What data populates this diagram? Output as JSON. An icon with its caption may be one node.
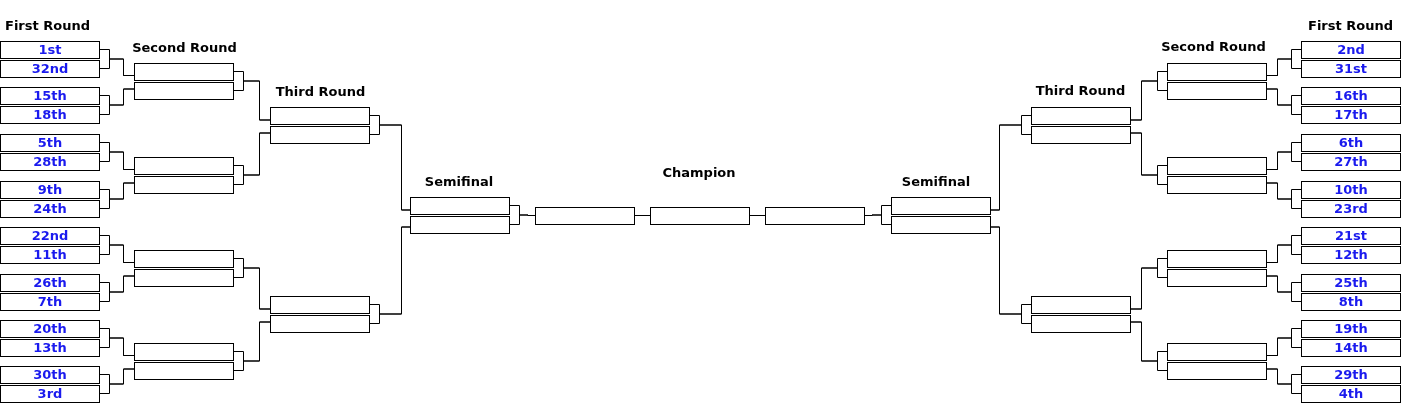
{
  "diagram": {
    "nodes": [
      {
        "text": [
          "1st"
        ]
      },
      {
        "text": [
          "32nd"
        ]
      },
      {
        "text": [
          "15th"
        ]
      },
      {
        "text": [
          "18th"
        ]
      },
      {
        "text": [
          "5th"
        ]
      },
      {
        "text": [
          "28th"
        ]
      },
      {
        "text": [
          "9th"
        ]
      },
      {
        "text": [
          "24th"
        ]
      },
      {
        "text": [
          "22nd"
        ]
      },
      {
        "text": [
          "11th"
        ]
      },
      {
        "text": [
          "26th"
        ]
      },
      {
        "text": [
          "7th"
        ]
      },
      {
        "text": [
          "20th"
        ]
      },
      {
        "text": [
          "13th"
        ]
      },
      {
        "text": [
          "30th"
        ]
      },
      {
        "text": [
          "3rd"
        ]
      },
      {
        "text": [],
        "shape": "box"
      },
      {
        "text": [],
        "shape": "box"
      },
      {
        "text": [],
        "shape": "box"
      },
      {
        "text": [],
        "shape": "box"
      },
      {
        "text": [],
        "shape": "box"
      },
      {
        "text": [],
        "shape": "box"
      },
      {
        "text": [],
        "shape": "box"
      },
      {
        "text": [],
        "shape": "box"
      },
      {
        "text": [],
        "shape": "box"
      },
      {
        "text": [],
        "shape": "box"
      },
      {
        "text": [],
        "shape": "box"
      },
      {
        "text": [],
        "shape": "box"
      },
      {
        "text": [],
        "shape": "box"
      },
      {
        "text": [],
        "shape": "box"
      },
      {
        "text": [],
        "shape": "box"
      },
      {
        "text": [],
        "shape": "box"
      },
      {
        "text": [],
        "shape": "box"
      },
      {
        "text": [],
        "shape": "box"
      },
      {
        "text": [],
        "shape": "box"
      },
      {
        "text": [],
        "shape": "box"
      },
      {
        "text": [],
        "shape": "box"
      },
      {
        "text": [],
        "shape": "box"
      },
      {
        "text": [],
        "shape": "box"
      },
      {
        "text": [],
        "shape": "box"
      },
      {
        "text": [],
        "shape": "box"
      },
      {
        "text": [],
        "shape": "box"
      },
      {
        "text": [],
        "shape": "box"
      },
      {
        "text": [],
        "shape": "box"
      },
      {
        "text": [],
        "shape": "box"
      },
      {
        "text": [],
        "shape": "box"
      },
      {
        "text": [],
        "shape": "box"
      },
      {
        "text": [
          "2nd"
        ]
      },
      {
        "text": [
          "31st"
        ]
      },
      {
        "text": [
          "16th"
        ]
      },
      {
        "text": [
          "17th"
        ]
      },
      {
        "text": [
          "6th"
        ]
      },
      {
        "text": [
          "27th"
        ]
      },
      {
        "text": [
          "10th"
        ]
      },
      {
        "text": [
          "23rd"
        ]
      },
      {
        "text": [
          "21st"
        ]
      },
      {
        "text": [
          "12th"
        ]
      },
      {
        "text": [
          "25th"
        ]
      },
      {
        "text": [
          "8th"
        ]
      },
      {
        "text": [
          "19th"
        ]
      },
      {
        "text": [
          "14th"
        ]
      },
      {
        "text": [
          "29th"
        ]
      },
      {
        "text": [
          "4th"
        ]
      }
    ],
    "edges": [
      {
        "from": 0,
        "to": 16,
        "arrow": "none"
      },
      {
        "from": 1,
        "to": 16,
        "arrow": "none"
      },
      {
        "from": 2,
        "to": 17,
        "arrow": "none"
      },
      {
        "from": 3,
        "to": 17,
        "arrow": "none"
      },
      {
        "from": 4,
        "to": 18,
        "arrow": "none"
      },
      {
        "from": 5,
        "to": 18,
        "arrow": "none"
      },
      {
        "from": 6,
        "to": 19,
        "arrow": "none"
      },
      {
        "from": 7,
        "to": 19,
        "arrow": "none"
      },
      {
        "from": 8,
        "to": 20,
        "arrow": "none"
      },
      {
        "from": 9,
        "to": 20,
        "arrow": "none"
      },
      {
        "from": 10,
        "to": 21,
        "arrow": "none"
      },
      {
        "from": 11,
        "to": 21,
        "arrow": "none"
      },
      {
        "from": 12,
        "to": 22,
        "arrow": "none"
      },
      {
        "from": 13,
        "to": 22,
        "arrow": "none"
      },
      {
        "from": 14,
        "to": 23,
        "arrow": "none"
      },
      {
        "from": 15,
        "to": 23,
        "arrow": "none"
      },
      {
        "from": 16,
        "to": 24,
        "arrow": "none"
      },
      {
        "from": 17,
        "to": 24,
        "arrow": "none"
      },
      {
        "from": 18,
        "to": 25,
        "arrow": "none"
      },
      {
        "from": 19,
        "to": 25,
        "arrow": "none"
      },
      {
        "from": 20,
        "to": 26,
        "arrow": "none"
      },
      {
        "from": 21,
        "to": 26,
        "arrow": "none"
      },
      {
        "from": 22,
        "to": 27,
        "arrow": "none"
      },
      {
        "from": 23,
        "to": 27,
        "arrow": "none"
      },
      {
        "from": 24,
        "to": 28,
        "arrow": "none"
      },
      {
        "from": 25,
        "to": 28,
        "arrow": "none"
      },
      {
        "from": 26,
        "to": 29,
        "arrow": "none"
      },
      {
        "from": 27,
        "to": 29,
        "arrow": "none"
      },
      {
        "from": 28,
        "to": 30,
        "arrow": "none"
      },
      {
        "from": 29,
        "to": 30,
        "arrow": "none"
      },
      {
        "from": 30,
        "to": 31,
        "arrow": "none"
      },
      {
        "from": 32,
        "to": 31,
        "arrow": "none"
      },
      {
        "from": 33,
        "to": 32,
        "arrow": "none"
      },
      {
        "from": 34,
        "to": 32,
        "arrow": "none"
      },
      {
        "from": 35,
        "to": 33,
        "arrow": "none"
      },
      {
        "from": 36,
        "to": 33,
        "arrow": "none"
      },
      {
        "from": 37,
        "to": 34,
        "arrow": "none"
      },
      {
        "from": 38,
        "to": 34,
        "arrow": "none"
      },
      {
        "from": 39,
        "to": 35,
        "arrow": "none"
      },
      {
        "from": 40,
        "to": 35,
        "arrow": "none"
      },
      {
        "from": 41,
        "to": 36,
        "arrow": "none"
      },
      {
        "from": 42,
        "to": 36,
        "arrow": "none"
      },
      {
        "from": 43,
        "to": 37,
        "arrow": "none"
      },
      {
        "from": 44,
        "to": 37,
        "arrow": "none"
      },
      {
        "from": 45,
        "to": 38,
        "arrow": "none"
      },
      {
        "from": 46,
        "to": 38,
        "arrow": "none"
      },
      {
        "from": 47,
        "to": 39,
        "arrow": "none"
      },
      {
        "from": 48,
        "to": 39,
        "arrow": "none"
      },
      {
        "from": 49,
        "to": 40,
        "arrow": "none"
      },
      {
        "from": 50,
        "to": 40,
        "arrow": "none"
      },
      {
        "from": 51,
        "to": 41,
        "arrow": "none"
      },
      {
        "from": 52,
        "to": 41,
        "arrow": "none"
      },
      {
        "from": 53,
        "to": 42,
        "arrow": "none"
      },
      {
        "from": 54,
        "to": 42,
        "arrow": "none"
      },
      {
        "from": 55,
        "to": 43,
        "arrow": "none"
      },
      {
        "from": 56,
        "to": 43,
        "arrow": "none"
      },
      {
        "from": 57,
        "to": 44,
        "arrow": "none"
      },
      {
        "from": 58,
        "to": 44,
        "arrow": "none"
      },
      {
        "from": 59,
        "to": 45,
        "arrow": "none"
      },
      {
        "from": 60,
        "to": 45,
        "arrow": "none"
      },
      {
        "from": 61,
        "to": 46,
        "arrow": "none"
      },
      {
        "from": 62,
        "to": 46,
        "arrow": "none"
      }
    ],
    "labels": [
      "First Round",
      "Second Round",
      "Third Round",
      "Semifinal",
      "Champion",
      "Semifinal",
      "Third Round",
      "Second Round",
      "First Round"
    ]
  }
}
